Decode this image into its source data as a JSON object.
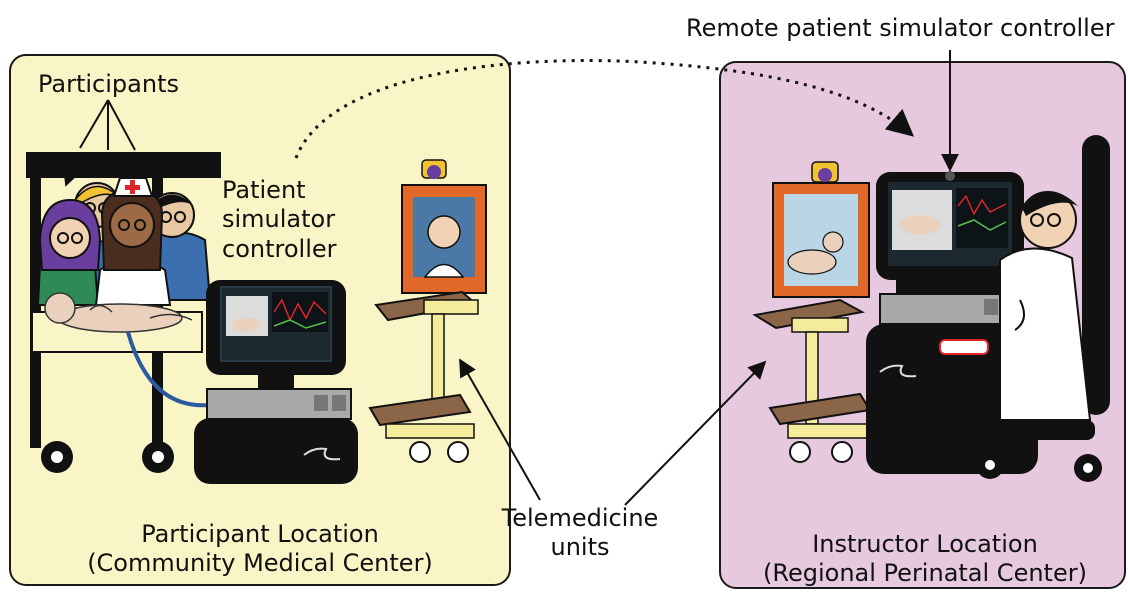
{
  "labels": {
    "participants": "Participants",
    "patient_sim_line1": "Patient",
    "patient_sim_line2": "simulator",
    "patient_sim_line3": "controller",
    "remote_controller": "Remote patient simulator controller",
    "telemedicine_line1": "Telemedicine",
    "telemedicine_line2": "units",
    "participant_loc_line1": "Participant Location",
    "participant_loc_line2": "(Community Medical Center)",
    "instructor_loc_line1": "Instructor Location",
    "instructor_loc_line2": "(Regional Perinatal Center)"
  },
  "colors": {
    "participant_panel": "#faf5c6",
    "instructor_panel": "#e6c9df",
    "panel_border": "#1a1a1a",
    "monitor_frame": "#e2682a",
    "cart_top": "#8a6548",
    "cart_yellow": "#f4ec9a",
    "nurse_cross": "#e0242a",
    "hair_purple": "#6a3e9e"
  }
}
